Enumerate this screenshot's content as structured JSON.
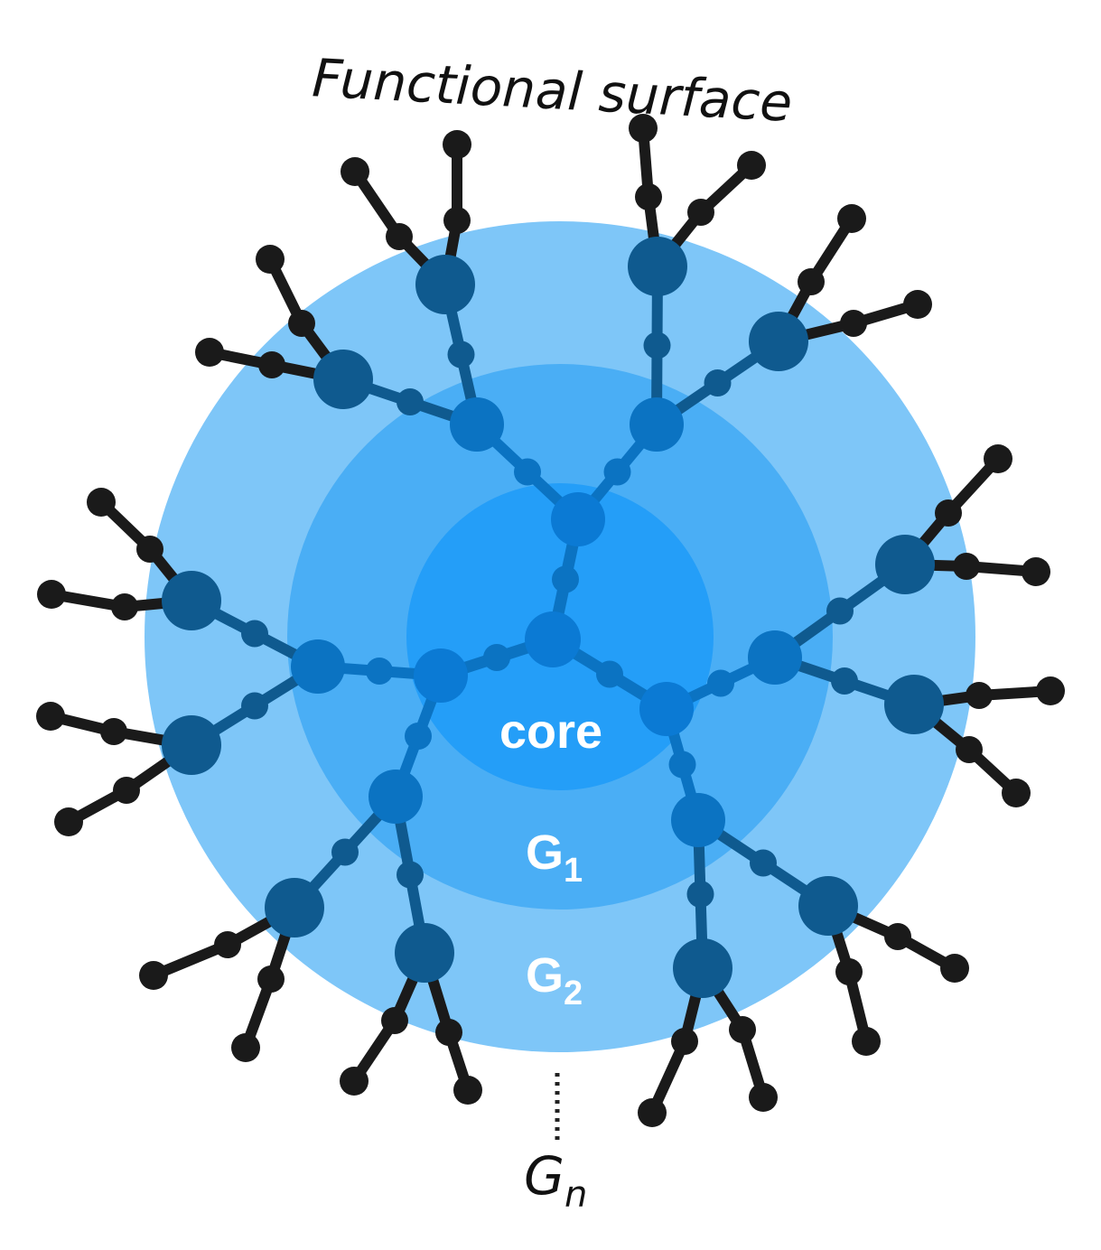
{
  "title": "Functional surface",
  "labels": {
    "core": "core",
    "g1_main": "G",
    "g1_sub": "1",
    "g2_main": "G",
    "g2_sub": "2",
    "gn_main": "G",
    "gn_sub": "n"
  },
  "colors": {
    "outer_shell": "#7ec6f8",
    "middle_shell": "#4aaef5",
    "core": "#249ef8",
    "dark_bead": "#0f5a8f",
    "medium_bead": "#0b73c2",
    "inner_bead": "#0b7ad4",
    "terminal_group": "#1a1a1a",
    "label_text": "#ffffff"
  }
}
